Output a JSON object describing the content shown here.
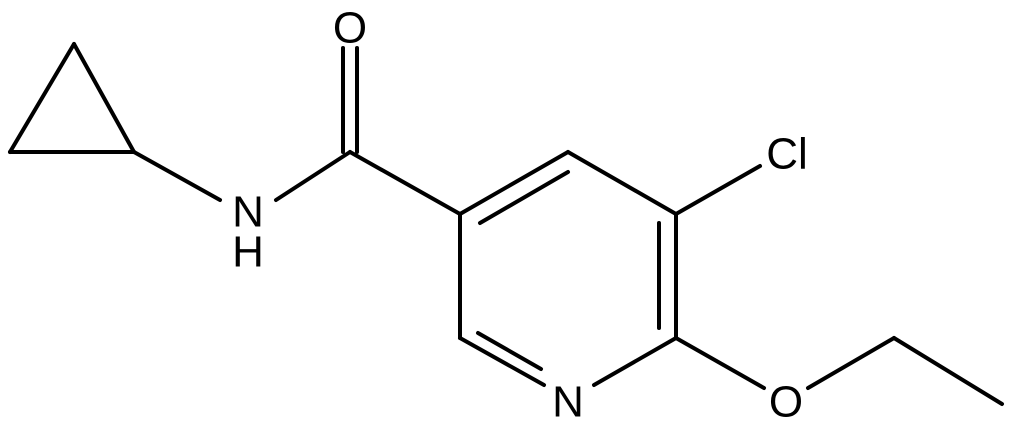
{
  "structure": {
    "atoms": {
      "oxygen_carbonyl": "O",
      "chlorine": "Cl",
      "amide_nitrogen": "N",
      "amide_hydrogen": "H",
      "ring_nitrogen": "N",
      "ether_oxygen": "O"
    }
  }
}
